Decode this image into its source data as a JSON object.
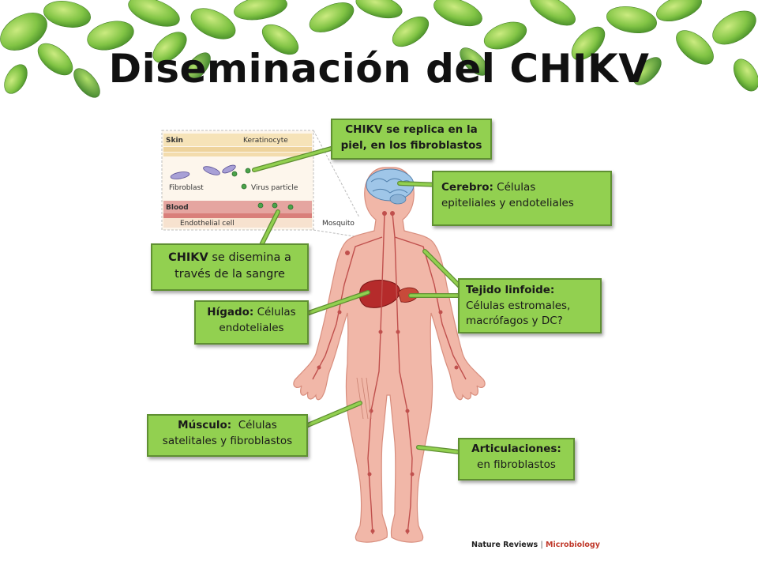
{
  "title": "Diseminación del CHIKV",
  "inset": {
    "skin_label": "Skin",
    "keratinocyte_label": "Keratinocyte",
    "fibroblast_label": "Fibroblast",
    "virus_label": "Virus particle",
    "blood_label": "Blood",
    "endothelial_label": "Endothelial cell",
    "mosquito_label": "Mosquito"
  },
  "callouts": {
    "skin": {
      "line1": "CHIKV se replica en la",
      "line2": "piel, en los fibroblastos"
    },
    "brain": {
      "bold": "Cerebro:",
      "rest1": " Células",
      "line2": "epiteliales y endoteliales"
    },
    "blood": {
      "bold": "CHIKV",
      "rest1": " se disemina a",
      "line2": "través de la sangre"
    },
    "liver": {
      "bold": "Hígado:",
      "rest1": " Células",
      "line2": "endoteliales"
    },
    "lymph": {
      "bold": "Tejido linfoide:",
      "line2": "Células estromales,",
      "line3": "macrófagos y DC?"
    },
    "muscle": {
      "bold": "Músculo:",
      "rest1": "  Células",
      "line2": "satelitales y fibroblastos"
    },
    "joint": {
      "bold": "Articulaciones:",
      "line2": "en fibroblastos"
    }
  },
  "credit": {
    "journal": "Nature Reviews",
    "separator": "|",
    "section": "Microbiology"
  },
  "colors": {
    "callout_fill": "#92d050",
    "callout_border": "#5f8f32",
    "body_fill": "#f1b7a8",
    "vessel": "#c0504d",
    "leaf": "#6bb33a"
  }
}
